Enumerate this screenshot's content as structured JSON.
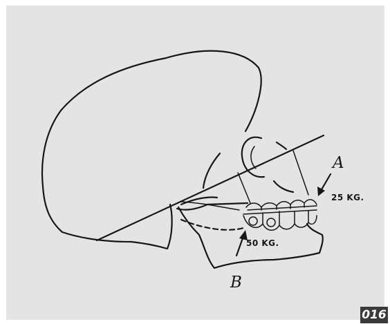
{
  "labels": {
    "point_a": "A",
    "point_b": "B",
    "force_upper": "25 KG.",
    "force_lower": "50 KG."
  },
  "image_number": "016"
}
